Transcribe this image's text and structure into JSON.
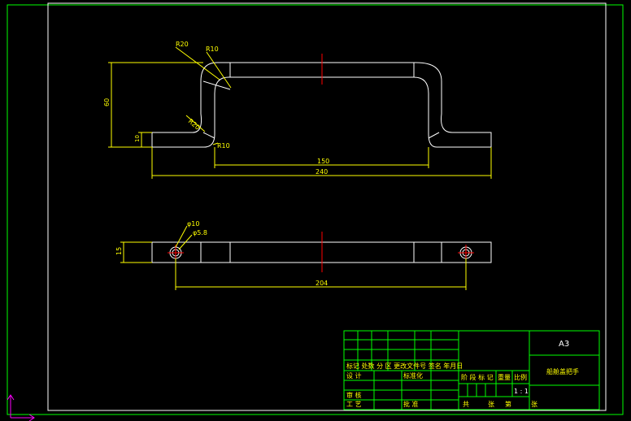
{
  "colors": {
    "background": "#000000",
    "frame": "#ffffff",
    "outer_border": "#00ff00",
    "part_outline": "#ffffff",
    "dimension": "#ffff00",
    "centerline": "#ff0000",
    "table_lines": "#00ff00",
    "table_text": "#ffff00",
    "axis_icon": "#ff00ff"
  },
  "front_view": {
    "dims": {
      "r20": "R20",
      "r10_top": "R10",
      "r20_lower": "R20",
      "r10_lower": "R10",
      "height_60": "60",
      "height_10": "10",
      "width_150": "150",
      "width_240": "240"
    }
  },
  "top_view": {
    "dims": {
      "hole_dia_10": "φ10",
      "hole_dia_58": "φ5.8",
      "thickness": "15",
      "hole_spacing": "204"
    }
  },
  "title_block": {
    "sheet_size": "A3",
    "part_name": "船舱盖把手",
    "row_label_1": "标记 处数 分 区 更改文件号 签名 年月日",
    "design": "设 计",
    "standardization": "标准化",
    "stage_labels": "阶 段 标 记",
    "weight": "重量",
    "scale_label": "比例",
    "scale_value": "1 : 1",
    "review": "审 核",
    "process": "工 艺",
    "approve": "批 准",
    "total": "共",
    "sheets": "张",
    "page": "第",
    "page_end": "张"
  }
}
